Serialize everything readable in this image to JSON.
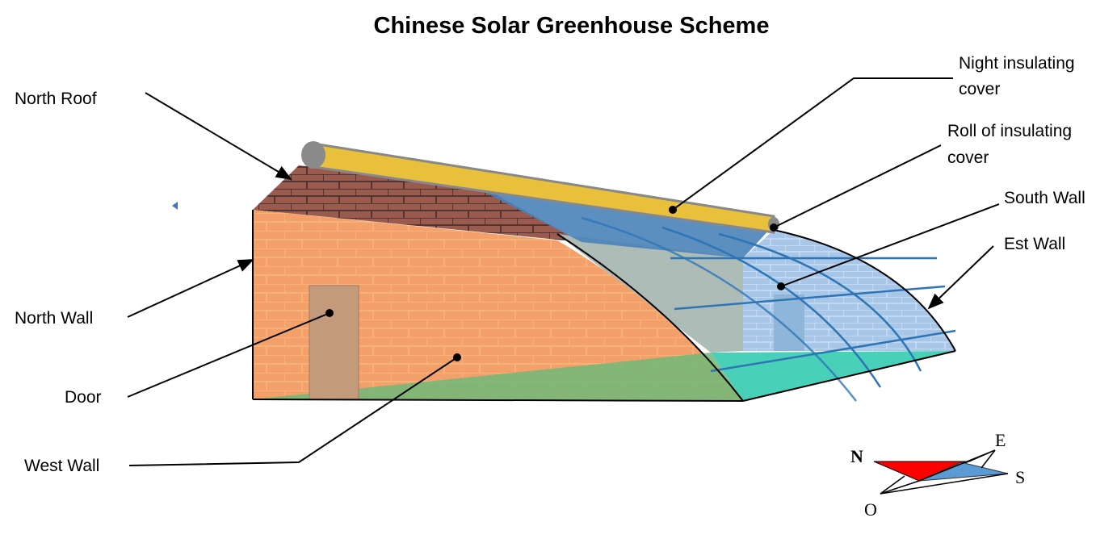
{
  "title": "Chinese Solar Greenhouse Scheme",
  "labels": {
    "north_roof": "North  Roof",
    "night_cover_1": "Night insulating",
    "night_cover_2": "cover",
    "roll_1": "Roll of insulating",
    "roll_2": "cover",
    "south_wall": "South Wall",
    "est_wall": "Est Wall",
    "north_wall": "North Wall",
    "door": "Door",
    "west_wall": "West Wall"
  },
  "compass": {
    "n": "N",
    "e": "E",
    "s": "S",
    "o": "O"
  },
  "colors": {
    "wall": "#f4a06a",
    "roof_brick": "#9a5a4e",
    "roll": "#e8c03c",
    "cover": "#4a82b8",
    "glass": "#a8c6e8",
    "floor": "#48d0b8",
    "compass_north": "#ff0000",
    "compass_south": "#5b9bd5"
  }
}
